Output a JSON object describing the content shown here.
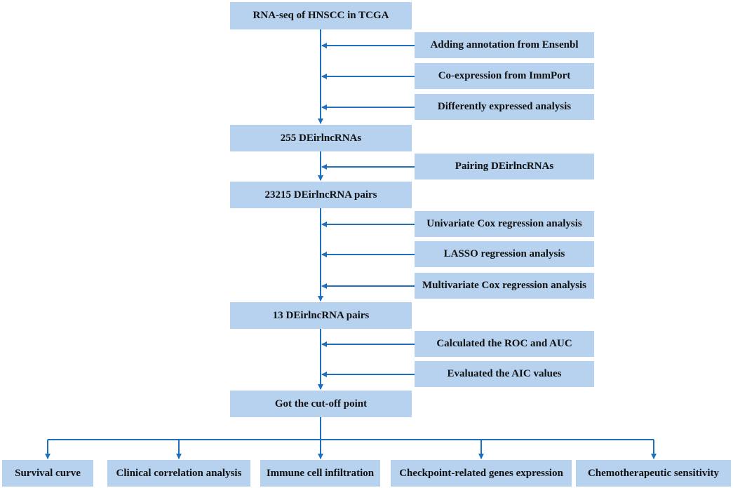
{
  "flowchart": {
    "main_steps": {
      "rnaseq": "RNA-seq of HNSCC in TCGA",
      "deirlncrnas": "255 DEirlncRNAs",
      "pairs_23215": "23215 DEirlncRNA pairs",
      "pairs_13": "13 DEirlncRNA pairs",
      "cutoff": "Got the cut-off point"
    },
    "side_steps": {
      "ensembl": "Adding annotation from Ensenbl",
      "immport": "Co-expression from ImmPort",
      "diff_expr": "Differently expressed analysis",
      "pairing": "Pairing DEirlncRNAs",
      "univariate_cox": "Univariate Cox regression analysis",
      "lasso": "LASSO regression analysis",
      "multivariate_cox": "Multivariate Cox regression analysis",
      "roc_auc": "Calculated the ROC and AUC",
      "aic": "Evaluated the AIC values"
    },
    "outcomes": {
      "survival": "Survival curve",
      "clinical": "Clinical correlation analysis",
      "immune": "Immune cell infiltration",
      "checkpoint": "Checkpoint-related genes expression",
      "chemo": "Chemotherapeutic sensitivity"
    }
  },
  "colors": {
    "box_fill": "#b6d2ee",
    "arrow": "#1f6fbf"
  }
}
